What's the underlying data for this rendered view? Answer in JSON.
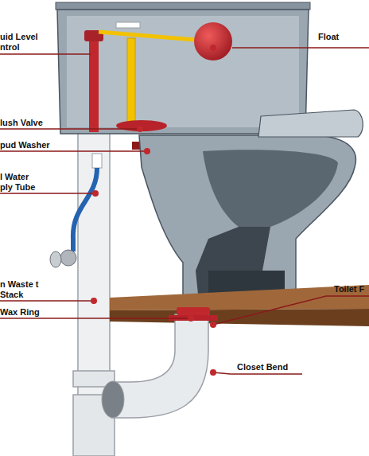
{
  "diagram": {
    "labels": [
      "uid Level ntrol",
      "Float",
      "lush Valve",
      "pud Washer",
      "l Water ply Tube",
      "n Waste t Stack",
      "Wax Ring",
      "Toilet F",
      "Closet Bend"
    ]
  }
}
